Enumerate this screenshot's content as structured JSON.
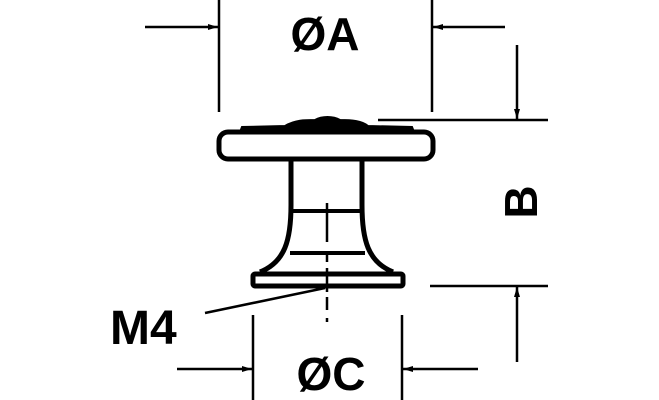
{
  "diagram": {
    "labels": {
      "dim_a": "ØA",
      "dim_b": "B",
      "dim_c": "ØC",
      "thread": "M4"
    },
    "colors": {
      "line": "#000000",
      "background": "#ffffff"
    }
  }
}
